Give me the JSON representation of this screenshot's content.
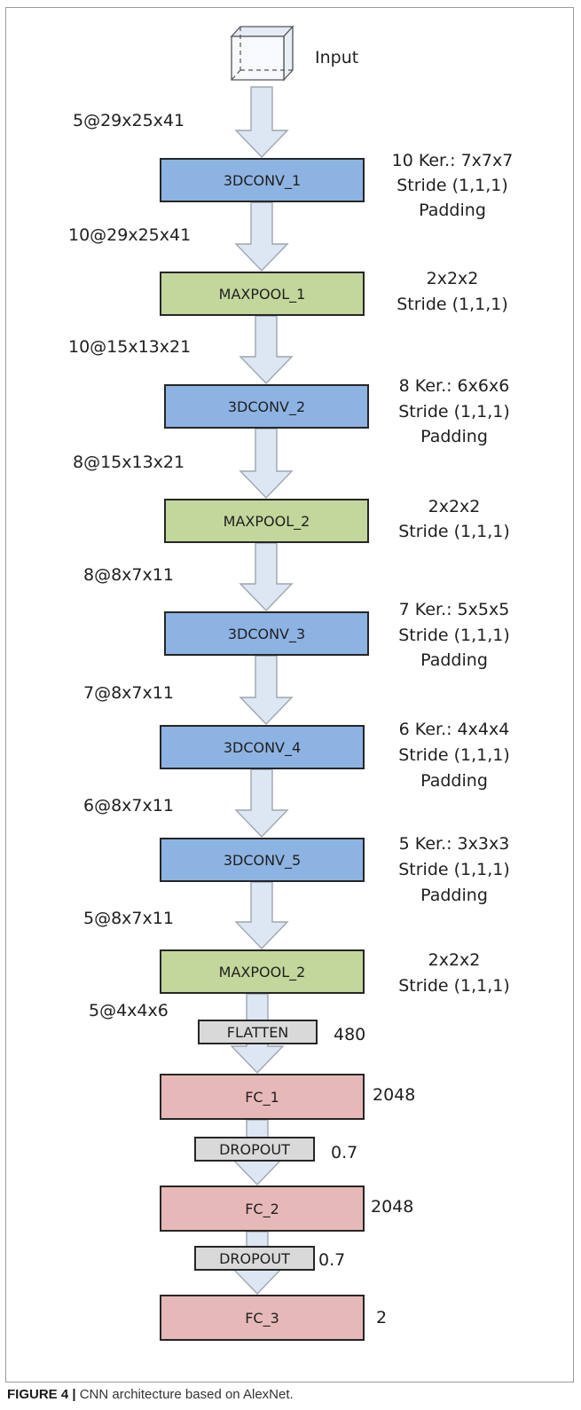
{
  "input": {
    "label": "Input"
  },
  "nodes": [
    {
      "label": "3DCONV_1",
      "color": "#8db3e2"
    },
    {
      "label": "MAXPOOL_1",
      "color": "#c3d69b"
    },
    {
      "label": "3DCONV_2",
      "color": "#8db3e2"
    },
    {
      "label": "MAXPOOL_2",
      "color": "#c3d69b"
    },
    {
      "label": "3DCONV_3",
      "color": "#8db3e2"
    },
    {
      "label": "3DCONV_4",
      "color": "#8db3e2"
    },
    {
      "label": "3DCONV_5",
      "color": "#8db3e2"
    },
    {
      "label": "MAXPOOL_2",
      "color": "#c3d69b"
    },
    {
      "label": "FLATTEN",
      "color": "#d9d9d9"
    },
    {
      "label": "FC_1",
      "color": "#e6b9b8"
    },
    {
      "label": "DROPOUT",
      "color": "#d9d9d9"
    },
    {
      "label": "FC_2",
      "color": "#e6b9b8"
    },
    {
      "label": "DROPOUT",
      "color": "#d9d9d9"
    },
    {
      "label": "FC_3",
      "color": "#e6b9b8"
    }
  ],
  "params": [
    [
      "10 Ker.: 7x7x7",
      "Stride (1,1,1)",
      "Padding"
    ],
    [
      "2x2x2",
      "Stride (1,1,1)"
    ],
    [
      "8 Ker.: 6x6x6",
      "Stride (1,1,1)",
      "Padding"
    ],
    [
      "2x2x2",
      "Stride (1,1,1)"
    ],
    [
      "7 Ker.: 5x5x5",
      "Stride (1,1,1)",
      "Padding"
    ],
    [
      "6 Ker.: 4x4x4",
      "Stride (1,1,1)",
      "Padding"
    ],
    [
      "5 Ker.: 3x3x3",
      "Stride (1,1,1)",
      "Padding"
    ],
    [
      "2x2x2",
      "Stride (1,1,1)"
    ],
    [
      "480"
    ],
    [
      "2048"
    ],
    [
      "0.7"
    ],
    [
      "2048"
    ],
    [
      "0.7"
    ],
    [
      "2"
    ]
  ],
  "shapes": [
    "5@29x25x41",
    "10@29x25x41",
    "10@15x13x21",
    "8@15x13x21",
    "8@8x7x11",
    "7@8x7x11",
    "6@8x7x11",
    "5@8x7x11",
    "5@4x4x6"
  ],
  "caption": {
    "figure": "FIGURE 4 |",
    "text": " CNN architecture based on AlexNet."
  },
  "colors": {
    "conv": "#8db3e2",
    "pool": "#c3d69b",
    "fc": "#e6b9b8",
    "util": "#d9d9d9",
    "arrow_fill": "#dde6f3",
    "arrow_stroke": "#9fa6b0",
    "box_stroke": "#262626"
  }
}
